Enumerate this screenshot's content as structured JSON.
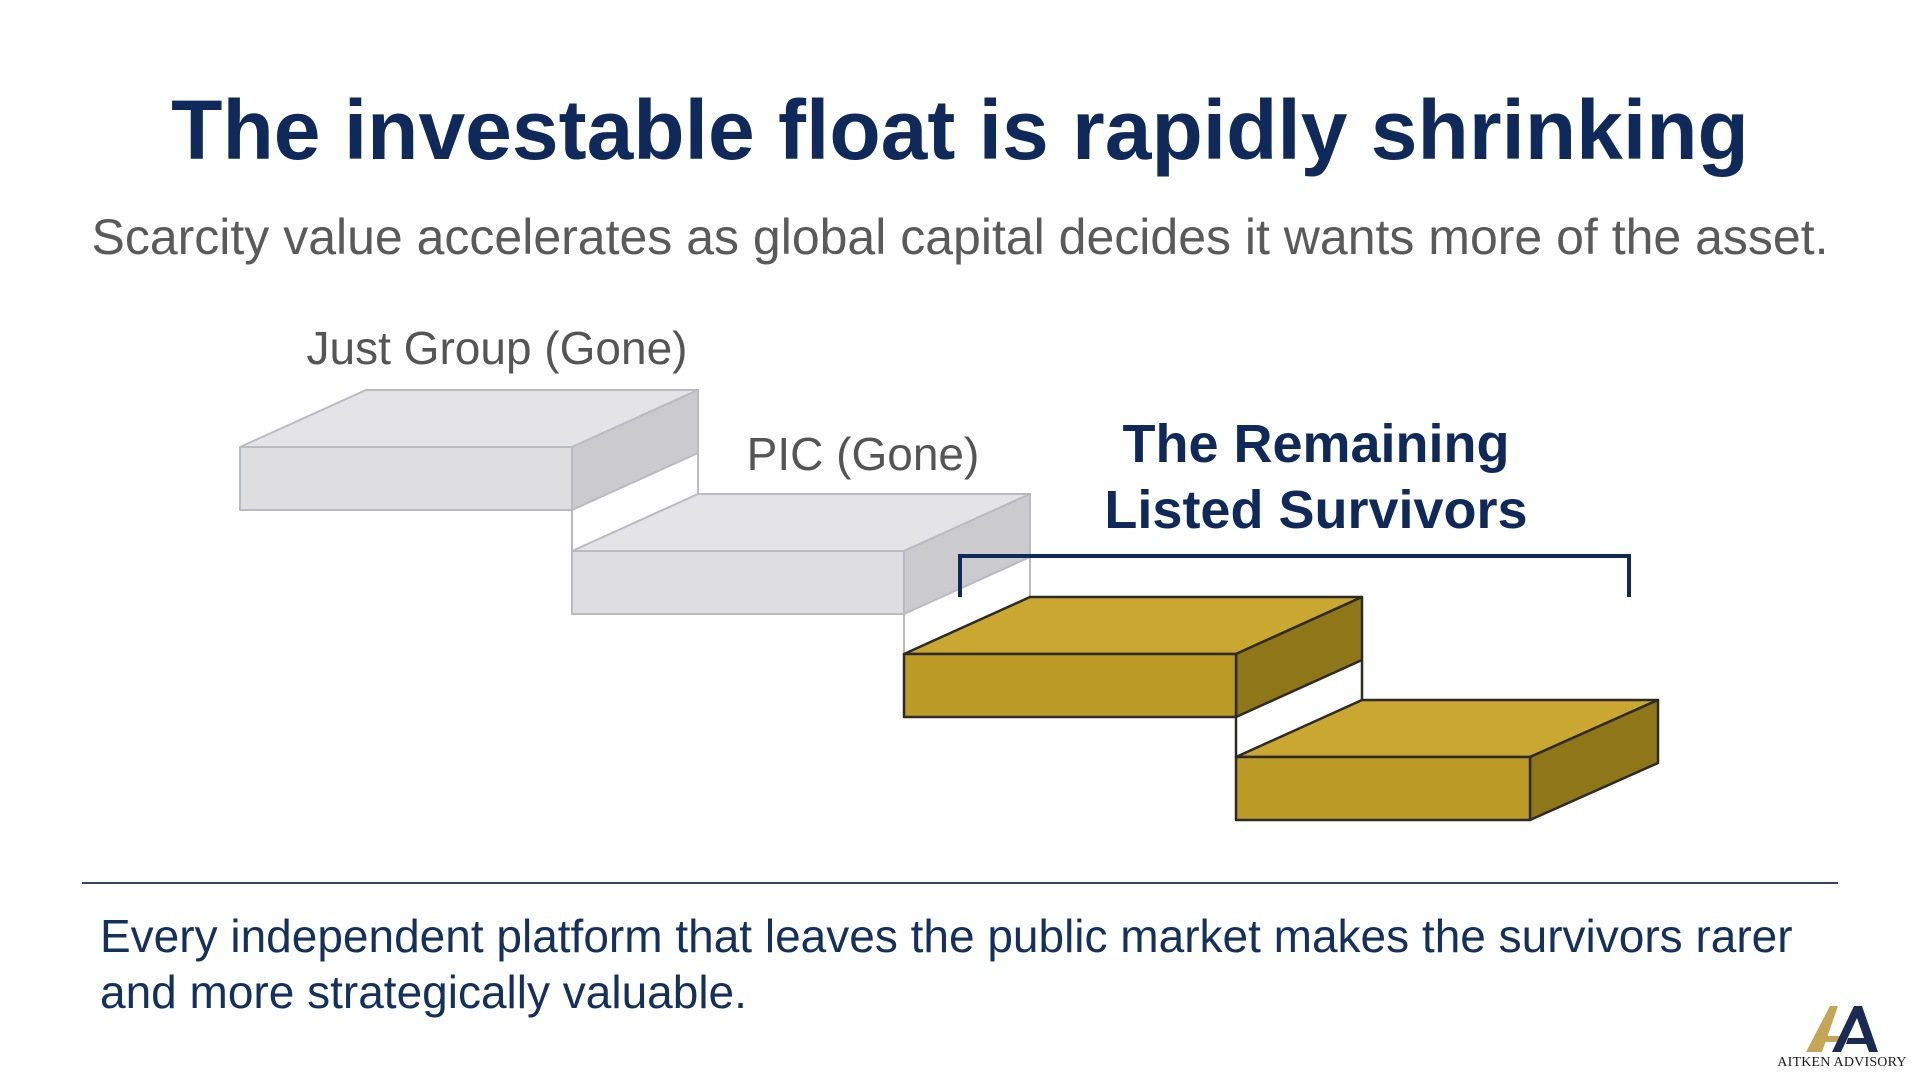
{
  "header": {
    "title": "The investable float is rapidly shrinking",
    "subtitle": "Scarcity value accelerates as global capital decides it wants more of the asset."
  },
  "diagram": {
    "steps": [
      {
        "label": "Just Group (Gone)",
        "state": "gone"
      },
      {
        "label": "PIC (Gone)",
        "state": "gone"
      },
      {
        "label": "",
        "state": "listed"
      },
      {
        "label": "",
        "state": "listed"
      }
    ],
    "survivor_group": {
      "title_line1": "The Remaining",
      "title_line2": "Listed Survivors"
    },
    "colors": {
      "gone_top": "#e4e4e6",
      "gone_front": "#dedee1",
      "gone_side": "#cbcbce",
      "gone_edge": "#b9bac2",
      "listed_top": "#c9a731",
      "listed_front": "#bc9c27",
      "listed_side": "#8f7619",
      "listed_edge": "#2c2c24",
      "bracket": "#0f2a5a"
    }
  },
  "footer": {
    "takeaway": "Every independent platform that leaves the public market makes the survivors rarer and more strategically valuable."
  },
  "logo": {
    "monogram": "AA",
    "name": "AITKEN ADVISORY",
    "colors": {
      "gold": "#c4a657",
      "navy": "#1b2a55"
    }
  }
}
